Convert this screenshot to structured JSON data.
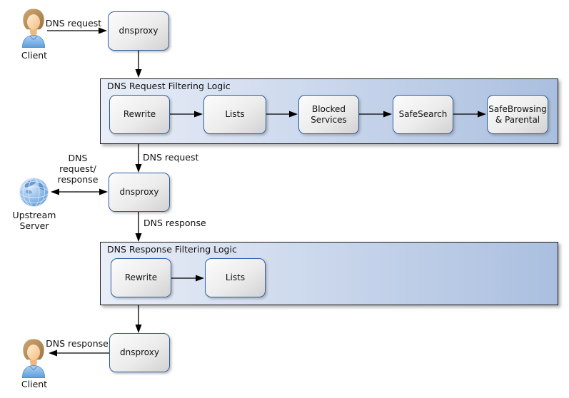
{
  "actors": {
    "client_top": {
      "label": "Client"
    },
    "upstream_server": {
      "label": "Upstream Server"
    },
    "client_bottom": {
      "label": "Client"
    }
  },
  "proxies": {
    "top": {
      "label": "dnsproxy"
    },
    "middle": {
      "label": "dnsproxy"
    },
    "bottom": {
      "label": "dnsproxy"
    }
  },
  "containers": {
    "request": {
      "title": "DNS Request Filtering Logic",
      "steps": [
        {
          "label": "Rewrite"
        },
        {
          "label": "Lists"
        },
        {
          "label": "Blocked Services"
        },
        {
          "label": "SafeSearch"
        },
        {
          "label": "SafeBrowsing & Parental"
        }
      ]
    },
    "response": {
      "title": "DNS Response Filtering Logic",
      "steps": [
        {
          "label": "Rewrite"
        },
        {
          "label": "Lists"
        }
      ]
    }
  },
  "edge_labels": {
    "client_to_proxy": "DNS request",
    "filter_to_proxy": "DNS request",
    "upstream_exchange": "DNS request/ response",
    "proxy_to_filter": "DNS response",
    "proxy_to_client": "DNS response"
  },
  "colors": {
    "container-fill-left": "#e9eef8",
    "container-fill-right": "#aabfdf",
    "container-border": "#1a1a1a",
    "node-border": "#2e5fa3",
    "node-fill-light": "#fcfcfc",
    "node-fill-dark": "#d2d2d2",
    "arrow": "#000000",
    "text": "#111111"
  }
}
